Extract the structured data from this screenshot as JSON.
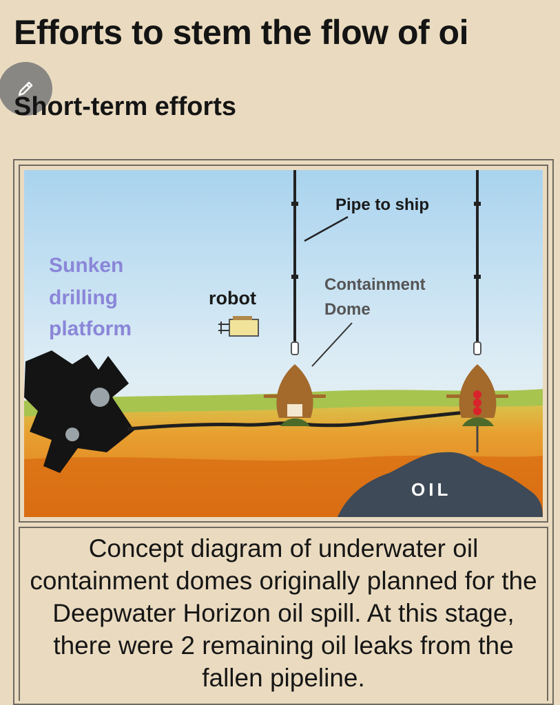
{
  "page": {
    "title": "Efforts to stem the flow of oi",
    "section_heading": "Short-term efforts"
  },
  "edit_button": {
    "icon": "pencil-icon"
  },
  "figure": {
    "labels": {
      "pipe_to_ship": "Pipe to ship",
      "sunken_line1": "Sunken",
      "sunken_line2": "drilling",
      "sunken_line3": "platform",
      "robot": "robot",
      "containment_line1": "Containment",
      "containment_line2": "Dome",
      "oil": "OIL"
    },
    "caption": "Concept diagram of underwater oil containment domes originally planned for the Deepwater Horizon oil spill. At this stage, there were 2 remaining oil leaks from the fallen pipeline."
  },
  "colors": {
    "background": "#eadbc0",
    "sky_top": "#a9d3ee",
    "sea_floor": "#e07a1c",
    "oil_reservoir": "#3e4a57",
    "dome": "#a36a2c",
    "sunken_label": "#8a86d8"
  }
}
